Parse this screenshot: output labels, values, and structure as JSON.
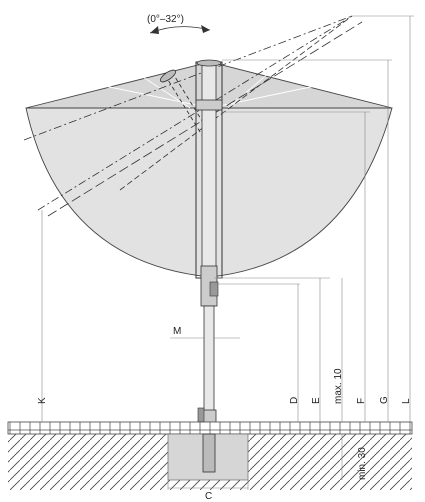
{
  "diagram": {
    "tilt_range_label": "(0°–32°)",
    "dimensions": {
      "K": "K",
      "M": "M",
      "D": "D",
      "E": "E",
      "max10": "max. 10",
      "F": "F",
      "G": "G",
      "L": "L",
      "min30": "min. 30",
      "C": "C"
    }
  }
}
